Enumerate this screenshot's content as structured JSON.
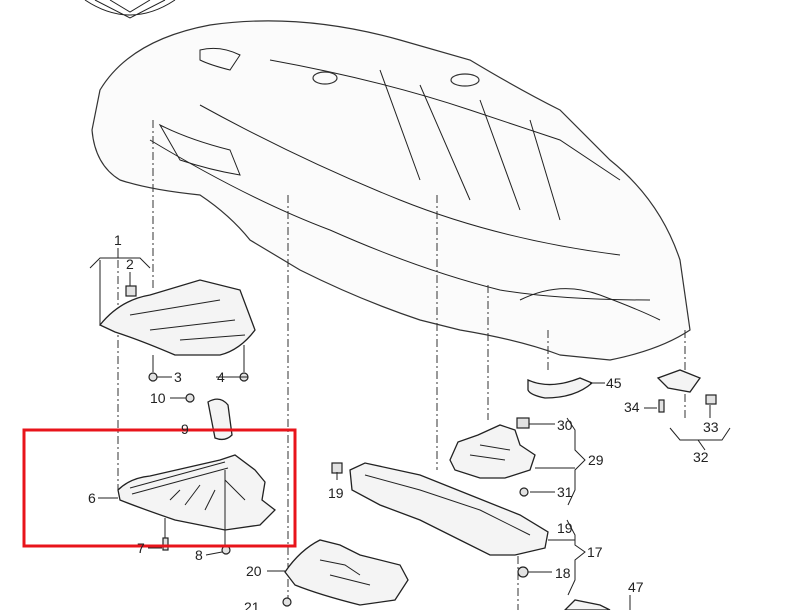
{
  "diagram": {
    "title": "Underbody protection panels exploded view",
    "labels": {
      "p1": "1",
      "p2": "2",
      "p3": "3",
      "p4": "4",
      "p6": "6",
      "p7": "7",
      "p8": "8",
      "p9": "9",
      "p10": "10",
      "p17": "17",
      "p18": "18",
      "p19a": "19",
      "p19b": "19",
      "p20": "20",
      "p21": "21",
      "p29": "29",
      "p30": "30",
      "p31": "31",
      "p32": "32",
      "p33": "33",
      "p34": "34",
      "p45": "45",
      "p47": "47"
    },
    "highlight_color": "#e8141b",
    "highlighted_part": "6"
  }
}
